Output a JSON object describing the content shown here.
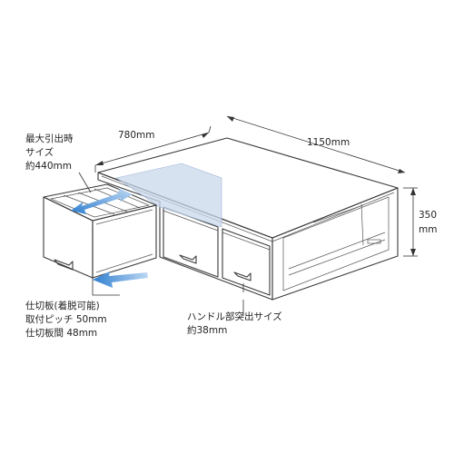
{
  "dimensions": {
    "depth": "780mm",
    "width": "1150mm",
    "height_value": "350",
    "height_unit": "mm"
  },
  "annotations": {
    "max_pull": [
      "最大引出時",
      "サイズ",
      "約440mm"
    ],
    "partition": [
      "仕切板(着脱可能)",
      "取付ピッチ 50mm",
      "仕切板間 48mm"
    ],
    "handle": [
      "ハンドル部突出サイズ",
      "約38mm"
    ]
  },
  "colors": {
    "line": "#3a3a3a",
    "panel_blue": "#c9d8ec",
    "arrow_blue": "#2f7fd0",
    "body_white": "#ffffff"
  }
}
